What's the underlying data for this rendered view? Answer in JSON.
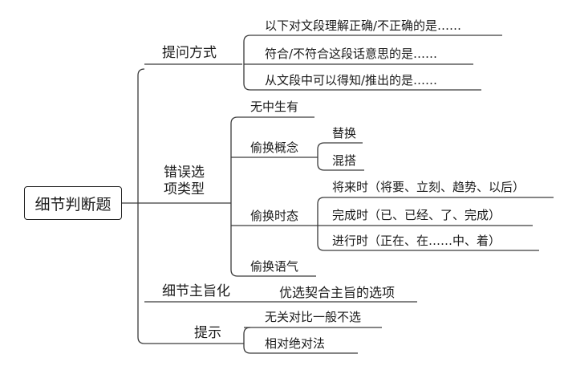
{
  "root": "细节判断题",
  "branches": {
    "questioning": {
      "label": "提问方式",
      "items": [
        "以下对文段理解正确/不正确的是……",
        "符合/不符合这段话意思的是……",
        "从文段中可以得知/推出的是……"
      ]
    },
    "error_types": {
      "label_line1": "错误选",
      "label_line2": "项类型",
      "children": {
        "fabrication": {
          "label": "无中生有"
        },
        "concept_swap": {
          "label": "偷换概念",
          "items": [
            "替换",
            "混搭"
          ]
        },
        "tense_swap": {
          "label": "偷换时态",
          "items": [
            "将来时（将要、立刻、趋势、以后）",
            "完成时（已、已经、了、完成）",
            "进行时（正在、在……中、着）"
          ]
        },
        "tone_swap": {
          "label": "偷换语气"
        }
      }
    },
    "main_idea": {
      "label": "细节主旨化",
      "item": "优选契合主旨的选项"
    },
    "tips": {
      "label": "提示",
      "items": [
        "无关对比一般不选",
        "相对绝对法"
      ]
    }
  },
  "colors": {
    "line": "#3a3a3a",
    "text": "#1a1a1a"
  }
}
